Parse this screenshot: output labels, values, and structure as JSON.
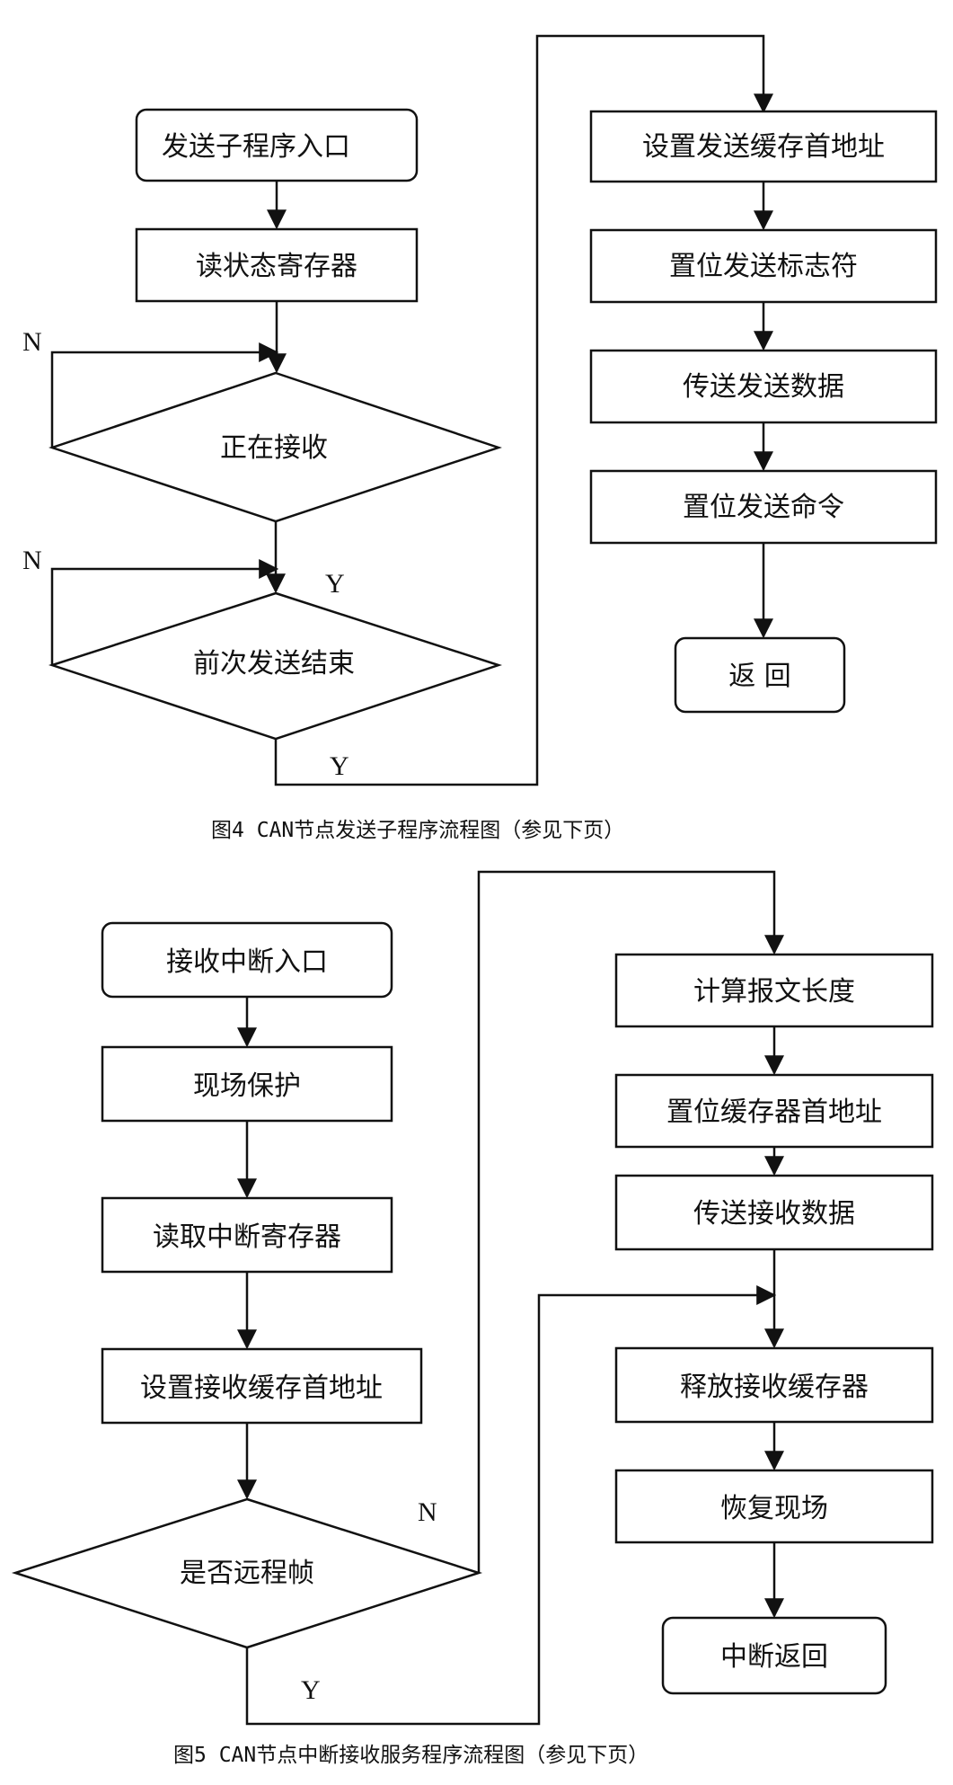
{
  "figure4": {
    "caption": "图4  CAN节点发送子程序流程图（参见下页）",
    "nodes": {
      "entry": "发送子程序入口",
      "read_status": "读状态寄存器",
      "receiving": "正在接收",
      "prev_done": "前次发送结束",
      "set_addr": "设置发送缓存首地址",
      "set_flag": "置位发送标志符",
      "transfer": "传送发送数据",
      "set_cmd": "置位发送命令",
      "return": "返 回"
    },
    "labels": {
      "receiving_no": "N",
      "receiving_yes": "Y",
      "prev_done_no": "N",
      "prev_done_yes": "Y"
    }
  },
  "figure5": {
    "caption": "图5  CAN节点中断接收服务程序流程图（参见下页）",
    "nodes": {
      "entry": "接收中断入口",
      "save_context": "现场保护",
      "read_int": "读取中断寄存器",
      "set_recv_addr": "设置接收缓存首地址",
      "is_remote": "是否远程帧",
      "calc_len": "计算报文长度",
      "set_buf_addr": "置位缓存器首地址",
      "transfer_recv": "传送接收数据",
      "release_buf": "释放接收缓存器",
      "restore": "恢复现场",
      "int_return": "中断返回"
    },
    "labels": {
      "remote_no": "N",
      "remote_yes": "Y"
    }
  }
}
